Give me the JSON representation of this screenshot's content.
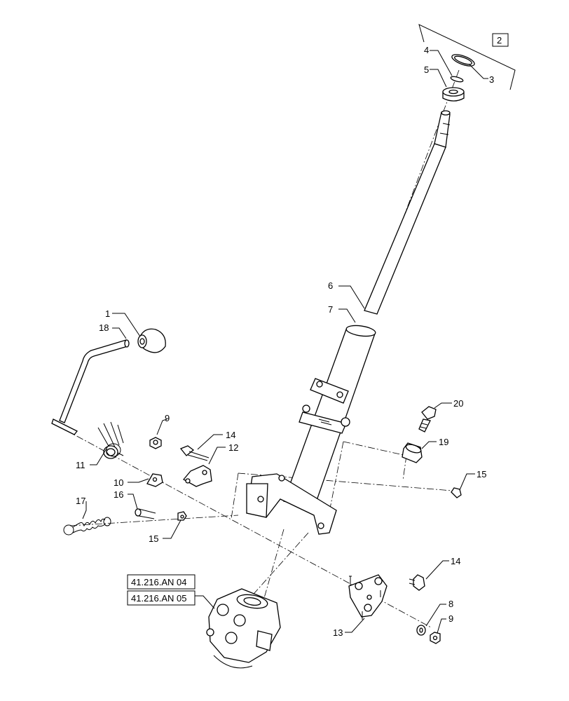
{
  "callouts": {
    "c1": "1",
    "c2": "2",
    "c3": "3",
    "c4": "4",
    "c5": "5",
    "c6": "6",
    "c7": "7",
    "c8": "8",
    "c9a": "9",
    "c9b": "9",
    "c10": "10",
    "c11": "11",
    "c12": "12",
    "c13": "13",
    "c14a": "14",
    "c14b": "14",
    "c15a": "15",
    "c15b": "15",
    "c16": "16",
    "c17": "17",
    "c18": "18",
    "c19": "19",
    "c20": "20"
  },
  "references": {
    "ref1": "41.216.AN 04",
    "ref2": "41.216.AN 05"
  }
}
